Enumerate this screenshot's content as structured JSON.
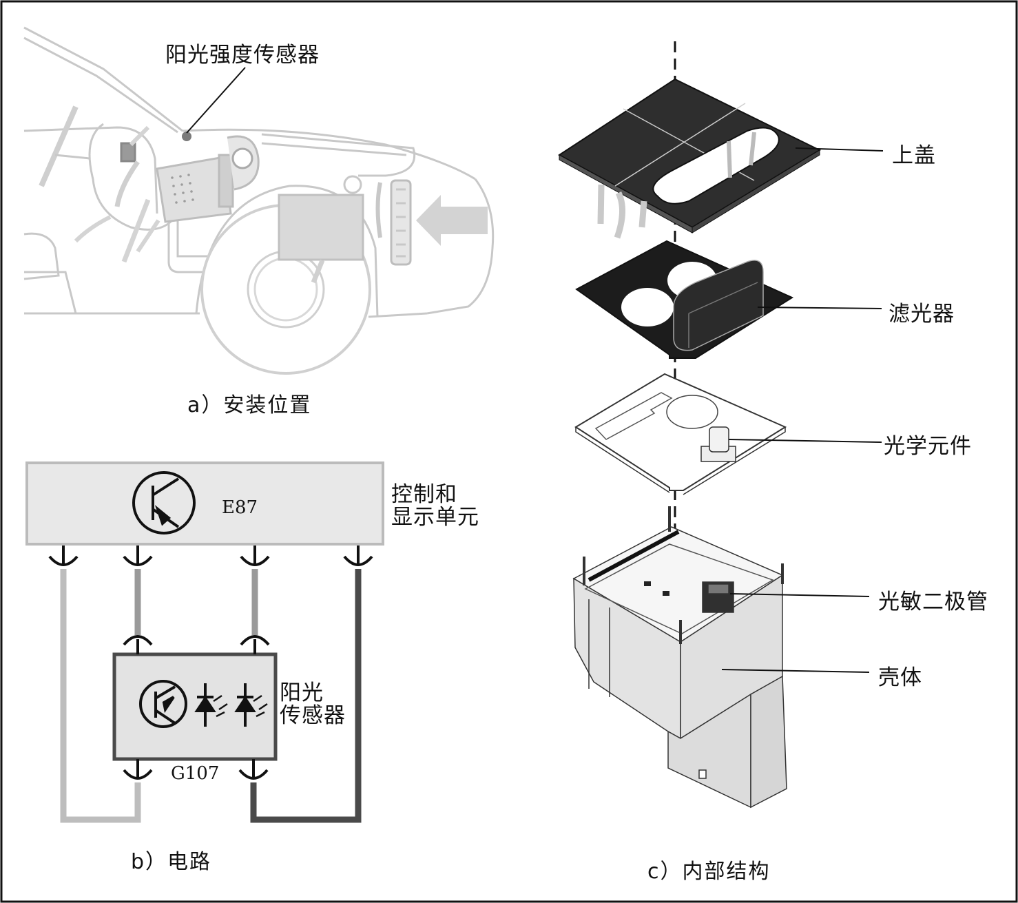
{
  "panel_a": {
    "sensor_label": "阳光强度传感器",
    "caption": "a）安装位置"
  },
  "panel_b": {
    "control_unit_code": "E87",
    "control_unit_name_line1": "控制和",
    "control_unit_name_line2": "显示单元",
    "sensor_code": "G107",
    "sensor_name_line1": "阳光",
    "sensor_name_line2": "传感器",
    "caption": "b）电路"
  },
  "panel_c": {
    "labels": [
      "上盖",
      "滤光器",
      "光学元件",
      "光敏二极管",
      "壳体"
    ],
    "caption": "c）内部结构"
  },
  "colors": {
    "frame": "#111111",
    "box_fill": "#e8e8e8",
    "box_stroke": "#bbbbbb",
    "wire_light": "#bdbdbd",
    "wire_mid": "#999999",
    "wire_dark": "#4a4a4a",
    "part_dark": "#2e2e2e",
    "housing": "#e3e3e3"
  }
}
